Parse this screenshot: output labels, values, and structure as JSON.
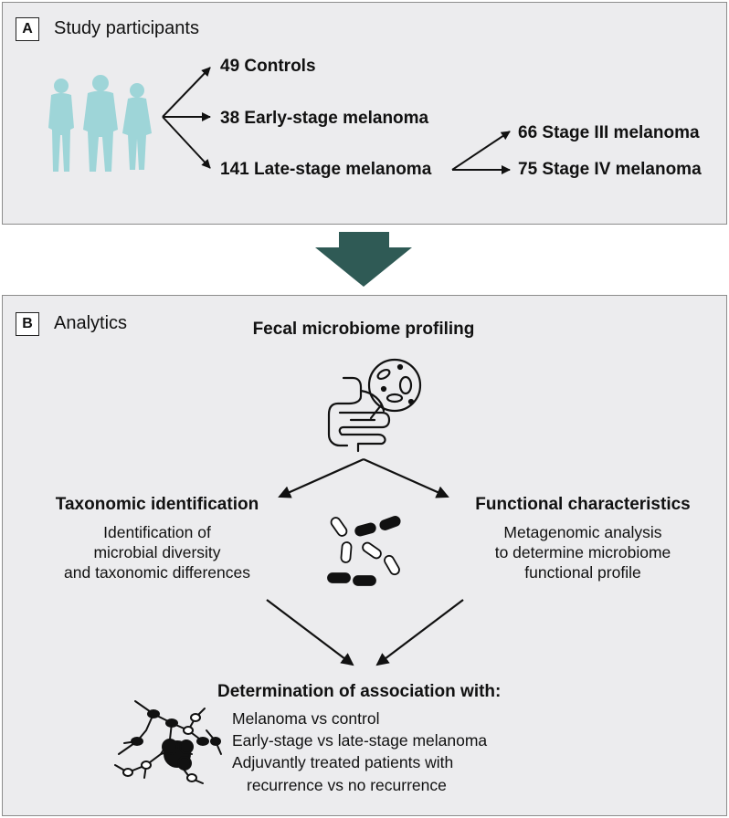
{
  "panel_a": {
    "badge": "A",
    "title": "Study participants",
    "groups": {
      "controls": "49 Controls",
      "early": "38 Early-stage melanoma",
      "late": "141 Late-stage melanoma",
      "stage3": "66 Stage III melanoma",
      "stage4": "75 Stage IV melanoma"
    }
  },
  "panel_b": {
    "badge": "B",
    "title": "Analytics",
    "profiling": "Fecal microbiome profiling",
    "taxonomic": {
      "heading": "Taxonomic identification",
      "lines": [
        "Identification of",
        "microbial diversity",
        "and taxonomic differences"
      ]
    },
    "functional": {
      "heading": "Functional characteristics",
      "lines": [
        "Metagenomic analysis",
        "to determine microbiome",
        "functional profile"
      ]
    },
    "association": {
      "heading": "Determination of association with:",
      "items": [
        "Melanoma vs control",
        "Early-stage vs late-stage melanoma",
        "Adjuvantly treated patients with",
        "recurrence vs no recurrence"
      ]
    }
  },
  "colors": {
    "panel_bg": "#ececee",
    "panel_border": "#8c8c8c",
    "big_arrow": "#2f5a55",
    "people": "#9ed5d8"
  },
  "icons": [
    "people-icon",
    "intestine-icon",
    "bacteria-icon",
    "tumor-network-icon"
  ]
}
